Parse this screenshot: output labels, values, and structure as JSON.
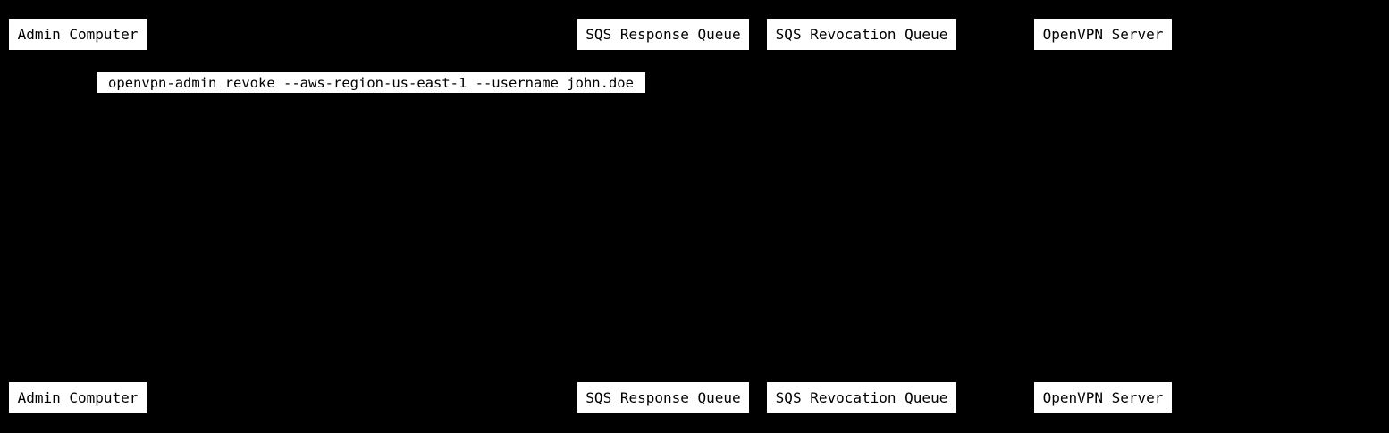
{
  "colors": {
    "background": "#000000",
    "box_fill": "#ffffff",
    "box_text": "#000000"
  },
  "sequence_diagram": {
    "participants": [
      {
        "id": "admin-computer",
        "label": "Admin Computer"
      },
      {
        "id": "sqs-response-queue",
        "label": "SQS Response Queue"
      },
      {
        "id": "sqs-revocation-queue",
        "label": "SQS Revocation Queue"
      },
      {
        "id": "openvpn-server",
        "label": "OpenVPN Server"
      }
    ],
    "messages": [
      {
        "label": "openvpn-admin revoke --aws-region-us-east-1 --username john.doe"
      }
    ]
  }
}
